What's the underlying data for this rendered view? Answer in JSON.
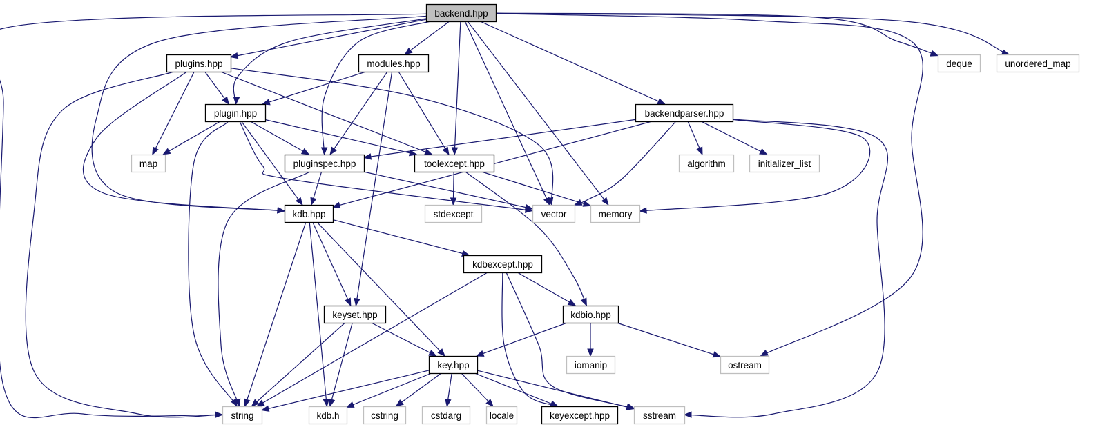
{
  "title": "backend.hpp include dependency graph",
  "colors": {
    "edge": "#191970",
    "root_fill": "#bfbfbf",
    "internal_border": "#000000",
    "external_border": "#bfbfbf"
  },
  "nodes": [
    {
      "id": "backend",
      "label": "backend.hpp",
      "kind": "root"
    },
    {
      "id": "plugins",
      "label": "plugins.hpp",
      "kind": "internal"
    },
    {
      "id": "modules",
      "label": "modules.hpp",
      "kind": "internal"
    },
    {
      "id": "deque",
      "label": "deque",
      "kind": "external"
    },
    {
      "id": "unordered_map",
      "label": "unordered_map",
      "kind": "external"
    },
    {
      "id": "plugin",
      "label": "plugin.hpp",
      "kind": "internal"
    },
    {
      "id": "backendparser",
      "label": "backendparser.hpp",
      "kind": "internal"
    },
    {
      "id": "map",
      "label": "map",
      "kind": "external"
    },
    {
      "id": "pluginspec",
      "label": "pluginspec.hpp",
      "kind": "internal"
    },
    {
      "id": "toolexcept",
      "label": "toolexcept.hpp",
      "kind": "internal"
    },
    {
      "id": "algorithm",
      "label": "algorithm",
      "kind": "external"
    },
    {
      "id": "initializer_list",
      "label": "initializer_list",
      "kind": "external"
    },
    {
      "id": "kdb",
      "label": "kdb.hpp",
      "kind": "internal"
    },
    {
      "id": "stdexcept",
      "label": "stdexcept",
      "kind": "external"
    },
    {
      "id": "vector",
      "label": "vector",
      "kind": "external"
    },
    {
      "id": "memory",
      "label": "memory",
      "kind": "external"
    },
    {
      "id": "kdbexcept",
      "label": "kdbexcept.hpp",
      "kind": "internal"
    },
    {
      "id": "keyset",
      "label": "keyset.hpp",
      "kind": "internal"
    },
    {
      "id": "kdbio",
      "label": "kdbio.hpp",
      "kind": "internal"
    },
    {
      "id": "key",
      "label": "key.hpp",
      "kind": "internal"
    },
    {
      "id": "iomanip",
      "label": "iomanip",
      "kind": "external"
    },
    {
      "id": "ostream",
      "label": "ostream",
      "kind": "external"
    },
    {
      "id": "string",
      "label": "string",
      "kind": "external"
    },
    {
      "id": "kdb_h",
      "label": "kdb.h",
      "kind": "external"
    },
    {
      "id": "cstring",
      "label": "cstring",
      "kind": "external"
    },
    {
      "id": "cstdarg",
      "label": "cstdarg",
      "kind": "external"
    },
    {
      "id": "locale",
      "label": "locale",
      "kind": "external"
    },
    {
      "id": "keyexcept",
      "label": "keyexcept.hpp",
      "kind": "internal"
    },
    {
      "id": "sstream",
      "label": "sstream",
      "kind": "external"
    }
  ],
  "edges": [
    {
      "from": "backend",
      "to": "plugins"
    },
    {
      "from": "backend",
      "to": "modules"
    },
    {
      "from": "backend",
      "to": "deque"
    },
    {
      "from": "backend",
      "to": "unordered_map"
    },
    {
      "from": "backend",
      "to": "plugin"
    },
    {
      "from": "backend",
      "to": "backendparser"
    },
    {
      "from": "backend",
      "to": "pluginspec"
    },
    {
      "from": "backend",
      "to": "toolexcept"
    },
    {
      "from": "backend",
      "to": "kdb"
    },
    {
      "from": "backend",
      "to": "vector"
    },
    {
      "from": "backend",
      "to": "memory"
    },
    {
      "from": "backend",
      "to": "ostream"
    },
    {
      "from": "backend",
      "to": "string"
    },
    {
      "from": "plugins",
      "to": "plugin"
    },
    {
      "from": "plugins",
      "to": "map"
    },
    {
      "from": "plugins",
      "to": "toolexcept"
    },
    {
      "from": "plugins",
      "to": "kdb"
    },
    {
      "from": "plugins",
      "to": "vector"
    },
    {
      "from": "plugins",
      "to": "string"
    },
    {
      "from": "modules",
      "to": "plugin"
    },
    {
      "from": "modules",
      "to": "pluginspec"
    },
    {
      "from": "modules",
      "to": "toolexcept"
    },
    {
      "from": "modules",
      "to": "keyset"
    },
    {
      "from": "plugin",
      "to": "map"
    },
    {
      "from": "plugin",
      "to": "pluginspec"
    },
    {
      "from": "plugin",
      "to": "toolexcept"
    },
    {
      "from": "plugin",
      "to": "kdb"
    },
    {
      "from": "plugin",
      "to": "vector"
    },
    {
      "from": "plugin",
      "to": "string"
    },
    {
      "from": "backendparser",
      "to": "pluginspec"
    },
    {
      "from": "backendparser",
      "to": "kdb"
    },
    {
      "from": "backendparser",
      "to": "vector"
    },
    {
      "from": "backendparser",
      "to": "algorithm"
    },
    {
      "from": "backendparser",
      "to": "initializer_list"
    },
    {
      "from": "backendparser",
      "to": "memory"
    },
    {
      "from": "backendparser",
      "to": "sstream"
    },
    {
      "from": "pluginspec",
      "to": "kdb"
    },
    {
      "from": "pluginspec",
      "to": "vector"
    },
    {
      "from": "pluginspec",
      "to": "string"
    },
    {
      "from": "toolexcept",
      "to": "stdexcept"
    },
    {
      "from": "toolexcept",
      "to": "memory"
    },
    {
      "from": "toolexcept",
      "to": "kdbio"
    },
    {
      "from": "kdb",
      "to": "kdbexcept"
    },
    {
      "from": "kdb",
      "to": "keyset"
    },
    {
      "from": "kdb",
      "to": "key"
    },
    {
      "from": "kdb",
      "to": "string"
    },
    {
      "from": "kdb",
      "to": "kdb_h"
    },
    {
      "from": "kdbexcept",
      "to": "kdbio"
    },
    {
      "from": "kdbexcept",
      "to": "string"
    },
    {
      "from": "kdbexcept",
      "to": "keyexcept"
    },
    {
      "from": "kdbexcept",
      "to": "sstream"
    },
    {
      "from": "keyset",
      "to": "key"
    },
    {
      "from": "keyset",
      "to": "string"
    },
    {
      "from": "keyset",
      "to": "kdb_h"
    },
    {
      "from": "kdbio",
      "to": "key"
    },
    {
      "from": "kdbio",
      "to": "iomanip"
    },
    {
      "from": "kdbio",
      "to": "ostream"
    },
    {
      "from": "key",
      "to": "string"
    },
    {
      "from": "key",
      "to": "kdb_h"
    },
    {
      "from": "key",
      "to": "cstring"
    },
    {
      "from": "key",
      "to": "cstdarg"
    },
    {
      "from": "key",
      "to": "locale"
    },
    {
      "from": "key",
      "to": "keyexcept"
    },
    {
      "from": "key",
      "to": "sstream"
    }
  ]
}
